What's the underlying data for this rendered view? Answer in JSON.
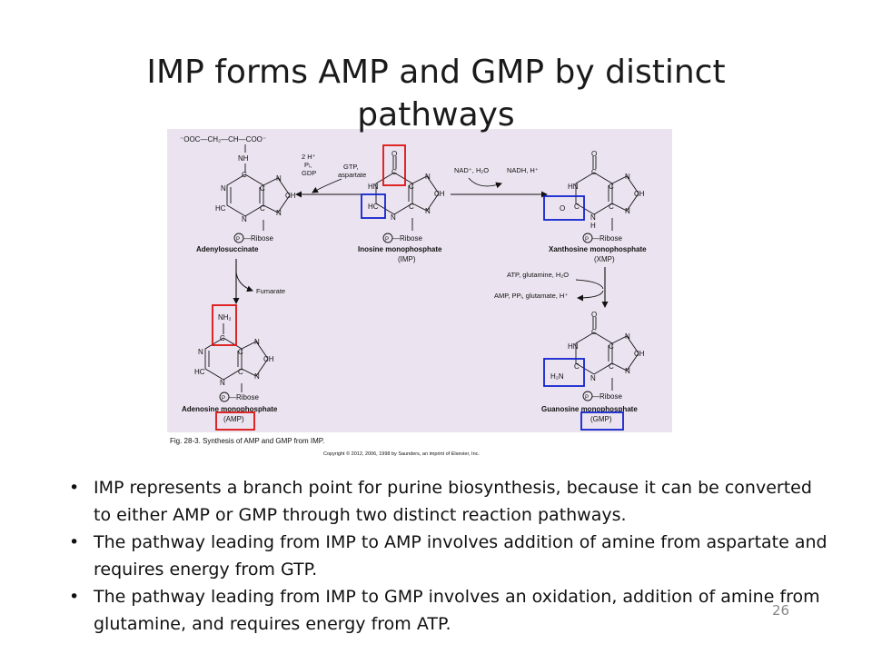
{
  "slide": {
    "title": "IMP forms AMP and GMP by distinct pathways",
    "page_number": "26",
    "bullets": [
      "IMP represents a branch point for purine biosynthesis, because it can be converted to either AMP or GMP through two distinct reaction pathways.",
      "The pathway leading from IMP to AMP involves addition of amine from aspartate and requires energy from GTP.",
      "The pathway leading from IMP to GMP involves an oxidation, addition of amine from glutamine, and requires energy from ATP."
    ]
  },
  "figure": {
    "background_color": "#ebe4f0",
    "highlight_red": "#dd1111",
    "highlight_blue": "#1122cc",
    "caption": "Fig. 28-3. Synthesis of AMP and GMP from IMP.",
    "copyright": "Copyright © 2012, 2006, 1998 by Saunders, an imprint of Elsevier, Inc.",
    "succinyl_group": "⁻OOC—CH₂—CH—COO⁻",
    "reagents": {
      "imp_to_adenylosuccinate": [
        "2 H⁺",
        "Pᵢ,",
        "GDP",
        "GTP,",
        "aspartate"
      ],
      "adenylosuccinate_to_amp": "Fumarate",
      "imp_to_xmp": [
        "NAD⁺, H₂O",
        "NADH, H⁺"
      ],
      "xmp_to_gmp": [
        "ATP, glutamine, H₂O",
        "AMP, PPᵢ, glutamate, H⁺"
      ]
    },
    "molecules": [
      {
        "name": "Adenylosuccinate",
        "abbr": ""
      },
      {
        "name": "Inosine monophosphate",
        "abbr": "(IMP)"
      },
      {
        "name": "Xanthosine monophosphate",
        "abbr": "(XMP)"
      },
      {
        "name": "Adenosine monophosphate",
        "abbr": "(AMP)"
      },
      {
        "name": "Guanosine monophosphate",
        "abbr": "(GMP)"
      }
    ],
    "ribose_label": "—Ribose",
    "phosphate_label": "P",
    "atoms": {
      "N": "N",
      "C": "C",
      "O": "O",
      "H": "H",
      "NH": "NH",
      "HN": "HN",
      "HC": "HC",
      "CH": "CH",
      "NH2": "NH₂",
      "H2N": "H₂N"
    }
  }
}
